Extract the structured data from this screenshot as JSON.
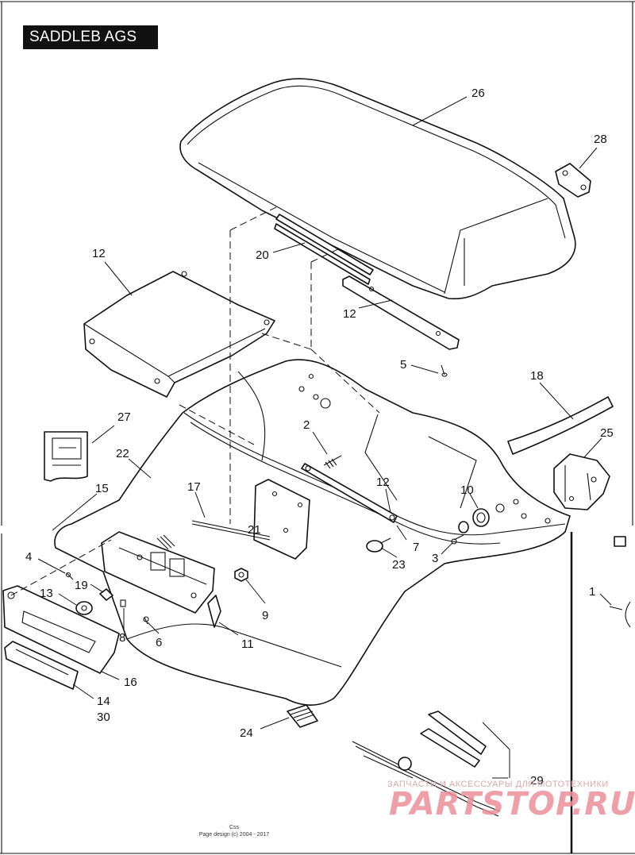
{
  "title": "SADDLEB AGS",
  "callouts": [
    "1",
    "2",
    "3",
    "4",
    "5",
    "6",
    "7",
    "8",
    "9",
    "10",
    "11",
    "12",
    "12",
    "12",
    "13",
    "14",
    "30",
    "15",
    "16",
    "17",
    "18",
    "19",
    "20",
    "21",
    "22",
    "23",
    "24",
    "25",
    "26",
    "27",
    "28",
    "29"
  ],
  "footer": {
    "line1": "Css",
    "line2": "Page design (c) 2004 - 2017"
  },
  "watermark": {
    "tagline": "ЗАПЧАСТИ И АКСЕССУАРЫ ДЛЯ МОТОТЕХНИКИ",
    "brand": "PARTSTOP.RU"
  }
}
